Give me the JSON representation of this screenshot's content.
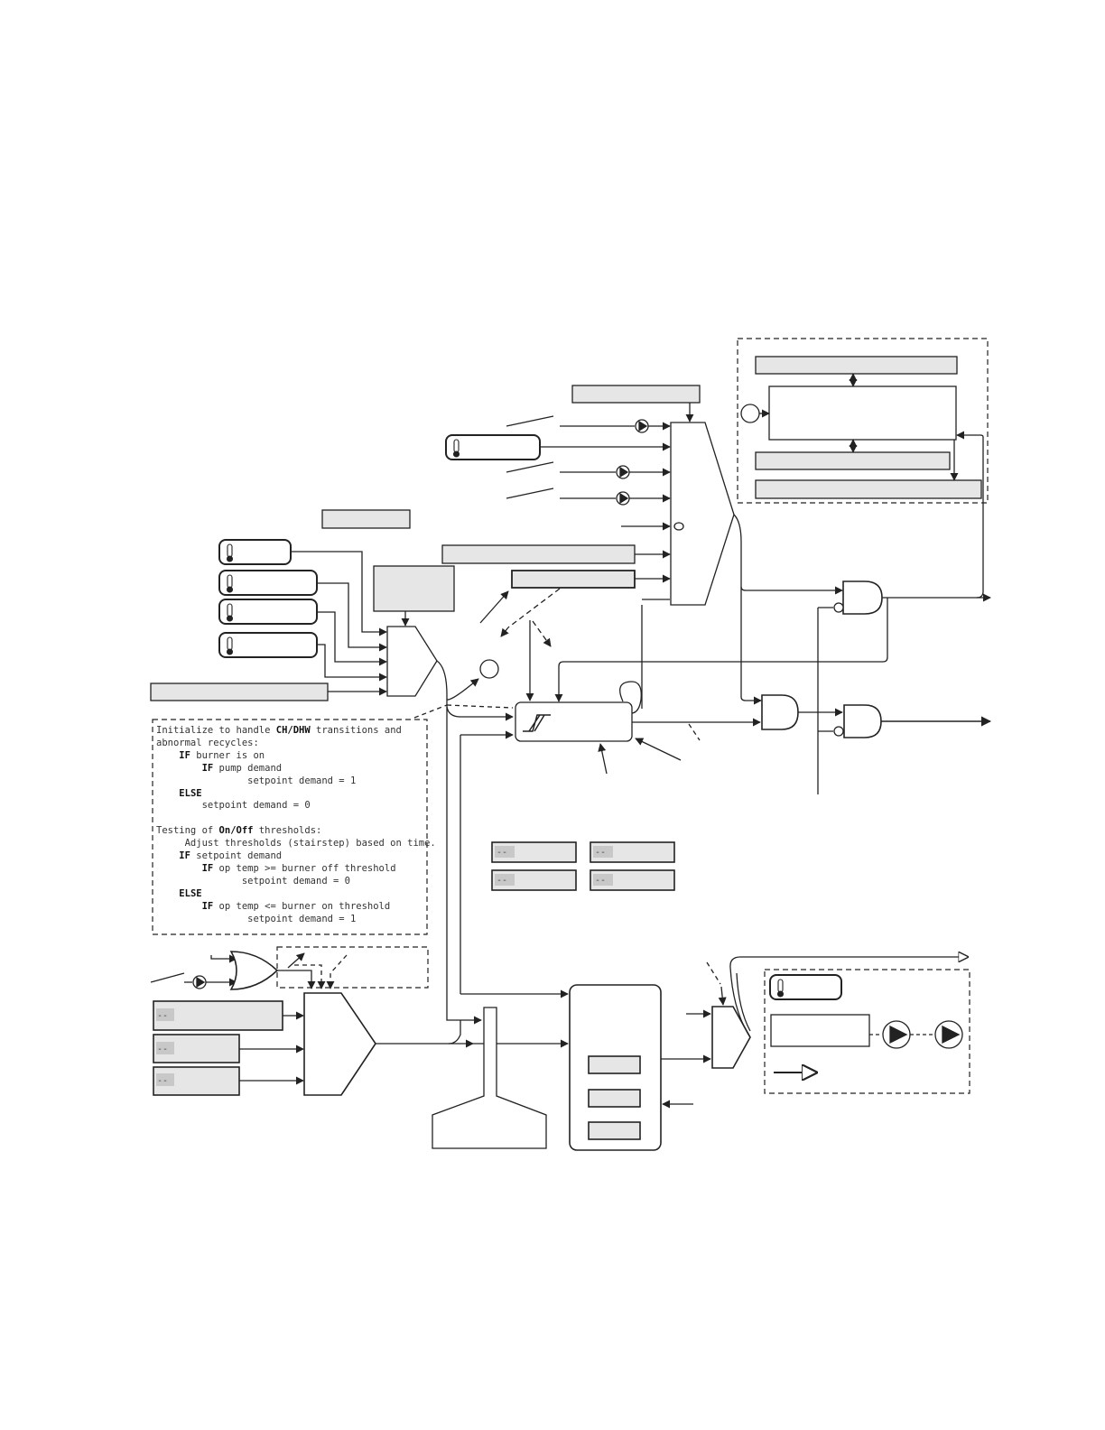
{
  "notes": {
    "line1": "Initialize to handle ",
    "line1_bold": "CH/DHW",
    "line1_end": " transitions and",
    "line2": "abnormal recycles:",
    "l3_kw": "IF",
    "l3": " burner is on",
    "l4_kw": "IF",
    "l4": " pump demand",
    "l5": "setpoint demand = 1",
    "l6_kw": "ELSE",
    "l7": "setpoint demand = 0",
    "l8_a": "Testing of ",
    "l8_b": "On/Off",
    "l8_c": " thresholds:",
    "l9": "Adjust thresholds (stairstep) based on time.",
    "l10_kw": "IF",
    "l10": " setpoint demand",
    "l11_kw": "IF",
    "l11": " op temp >= burner off threshold",
    "l12": "setpoint demand = 0",
    "l13_kw": "ELSE",
    "l14_kw": "IF",
    "l14": " op temp <= burner on threshold",
    "l15": "setpoint demand = 1"
  },
  "param_box_marker": "--",
  "colors": {
    "box_fill": "#e6e6e6",
    "marker_fill": "#c8c8c8",
    "line": "#222222"
  }
}
